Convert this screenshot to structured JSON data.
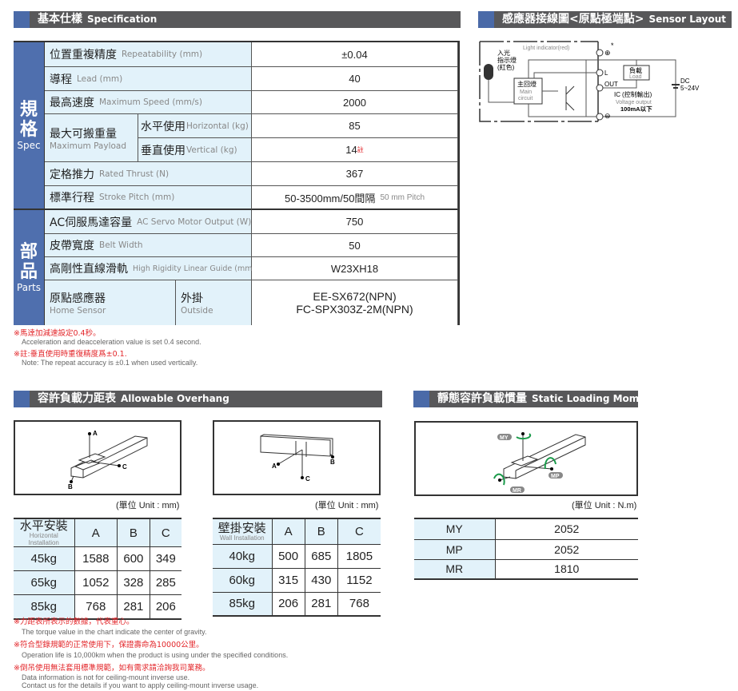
{
  "headers": {
    "spec": {
      "cn": "基本仕樣",
      "en": "Specification"
    },
    "sensor": {
      "cn": "感應器接線圖<原點極端點>",
      "en": "Sensor Layout"
    },
    "overhang": {
      "cn": "容許負載力距表",
      "en": "Allowable Overhang"
    },
    "moment": {
      "cn": "靜態容許負載慣量",
      "en": "Static Loading Moment"
    }
  },
  "spec": {
    "group_spec": {
      "cn": "規格",
      "en": "Spec"
    },
    "group_parts": {
      "cn": "部品",
      "en": "Parts"
    },
    "rows": [
      {
        "cn": "位置重複精度",
        "en": "Repeatability (mm)",
        "value": "±0.04"
      },
      {
        "cn": "導程",
        "en": "Lead (mm)",
        "value": "40"
      },
      {
        "cn": "最高速度",
        "en": "Maximum Speed (mm/s)",
        "value": "2000"
      },
      {
        "cn": "定格推力",
        "en": "Rated Thrust (N)",
        "value": "367"
      },
      {
        "cn": "標準行程",
        "en": "Stroke Pitch (mm)",
        "value": "50-3500mm/50間隔",
        "value_en": "50 mm Pitch"
      },
      {
        "cn": "AC伺服馬達容量",
        "en": "AC Servo Motor Output (W)",
        "value": "750"
      },
      {
        "cn": "皮帶寬度",
        "en": "Belt Width",
        "value": "50"
      },
      {
        "cn": "高剛性直線滑軌",
        "en": "High Rigidity Linear Guide (mm)",
        "value": "W23XH18"
      }
    ],
    "payload": {
      "cn": "最大可搬重量",
      "en": "Maximum Payload",
      "horizontal": {
        "cn": "水平使用",
        "en": "Horizontal (kg)",
        "value": "85"
      },
      "vertical": {
        "cn": "垂直使用",
        "en": "Vertical (kg)",
        "value": "14",
        "mark": "註"
      }
    },
    "home_sensor": {
      "cn": "原點感應器",
      "en": "Home Sensor",
      "sub_cn": "外掛",
      "sub_en": "Outside",
      "value1": "EE-SX672(NPN)",
      "value2": "FC-SPX303Z-2M(NPN)"
    }
  },
  "spec_notes": [
    {
      "cn": "※馬達加減速設定0.4秒。",
      "en": "Acceleration and deacceleration value is set 0.4 second."
    },
    {
      "cn": "※註:垂直使用時重復精度爲±0.1.",
      "en": "Note: The repeat accuracy is ±0.1 when used vertically."
    }
  ],
  "sensor_diagram": {
    "light": "Light indicator(red)",
    "light_cn1": "入光",
    "light_cn2": "指示燈",
    "light_cn3": "(紅色)",
    "main_cn": "主回燈",
    "main_en1": "Main",
    "main_en2": "circuit",
    "load_cn": "負載",
    "load_en": "Load",
    "out": "OUT",
    "ic": "IC",
    "ctrl": "(控制輸出)",
    "vout": "Voltage output",
    "ma": "100mA以下",
    "dc": "DC",
    "volt": "5~24V",
    "plus": "⊕",
    "minus": "⊖",
    "l": "L",
    "star": "*"
  },
  "overhang": {
    "unit": "(單位 Unit : mm)",
    "labels": [
      "A",
      "B",
      "C"
    ],
    "horizontal": {
      "cn": "水平安裝",
      "en": "Horizontal Installation",
      "cols": [
        "A",
        "B",
        "C"
      ],
      "rows": [
        {
          "load": "45kg",
          "v": [
            "1588",
            "600",
            "349"
          ]
        },
        {
          "load": "65kg",
          "v": [
            "1052",
            "328",
            "285"
          ]
        },
        {
          "load": "85kg",
          "v": [
            "768",
            "281",
            "206"
          ]
        }
      ]
    },
    "wall": {
      "cn": "壁掛安裝",
      "en": "Wall Installation",
      "cols": [
        "A",
        "B",
        "C"
      ],
      "rows": [
        {
          "load": "40kg",
          "v": [
            "500",
            "685",
            "1805"
          ]
        },
        {
          "load": "60kg",
          "v": [
            "315",
            "430",
            "1152"
          ]
        },
        {
          "load": "85kg",
          "v": [
            "206",
            "281",
            "768"
          ]
        }
      ]
    }
  },
  "moment": {
    "unit": "(單位 Unit : N.m)",
    "labels": [
      "MY",
      "MP",
      "MR"
    ],
    "rows": [
      {
        "k": "MY",
        "v": "2052"
      },
      {
        "k": "MP",
        "v": "2052"
      },
      {
        "k": "MR",
        "v": "1810"
      }
    ]
  },
  "bottom_notes": [
    {
      "cn": "※力距表所表示的數據，代表重心。",
      "en": [
        "The torque value in the chart indicate the center of gravity."
      ]
    },
    {
      "cn": "※符合型錄規範的正常使用下，保證壽命為10000公里。",
      "en": [
        "Operation life is 10,000km when the product is using under the specified conditions."
      ]
    },
    {
      "cn": "※倒吊使用無法套用標準規範，如有需求請洽詢我司業務。",
      "en": [
        "Data information is not for ceiling-mount inverse use.",
        "Contact us for the details if you want to apply ceiling-mount inverse usage."
      ]
    }
  ],
  "colors": {
    "header": "#58585a",
    "accent": "#4a6aa8",
    "label_bg": "#e2f2fa",
    "note": "#e3262a",
    "arrow": "#1a9a4a"
  }
}
